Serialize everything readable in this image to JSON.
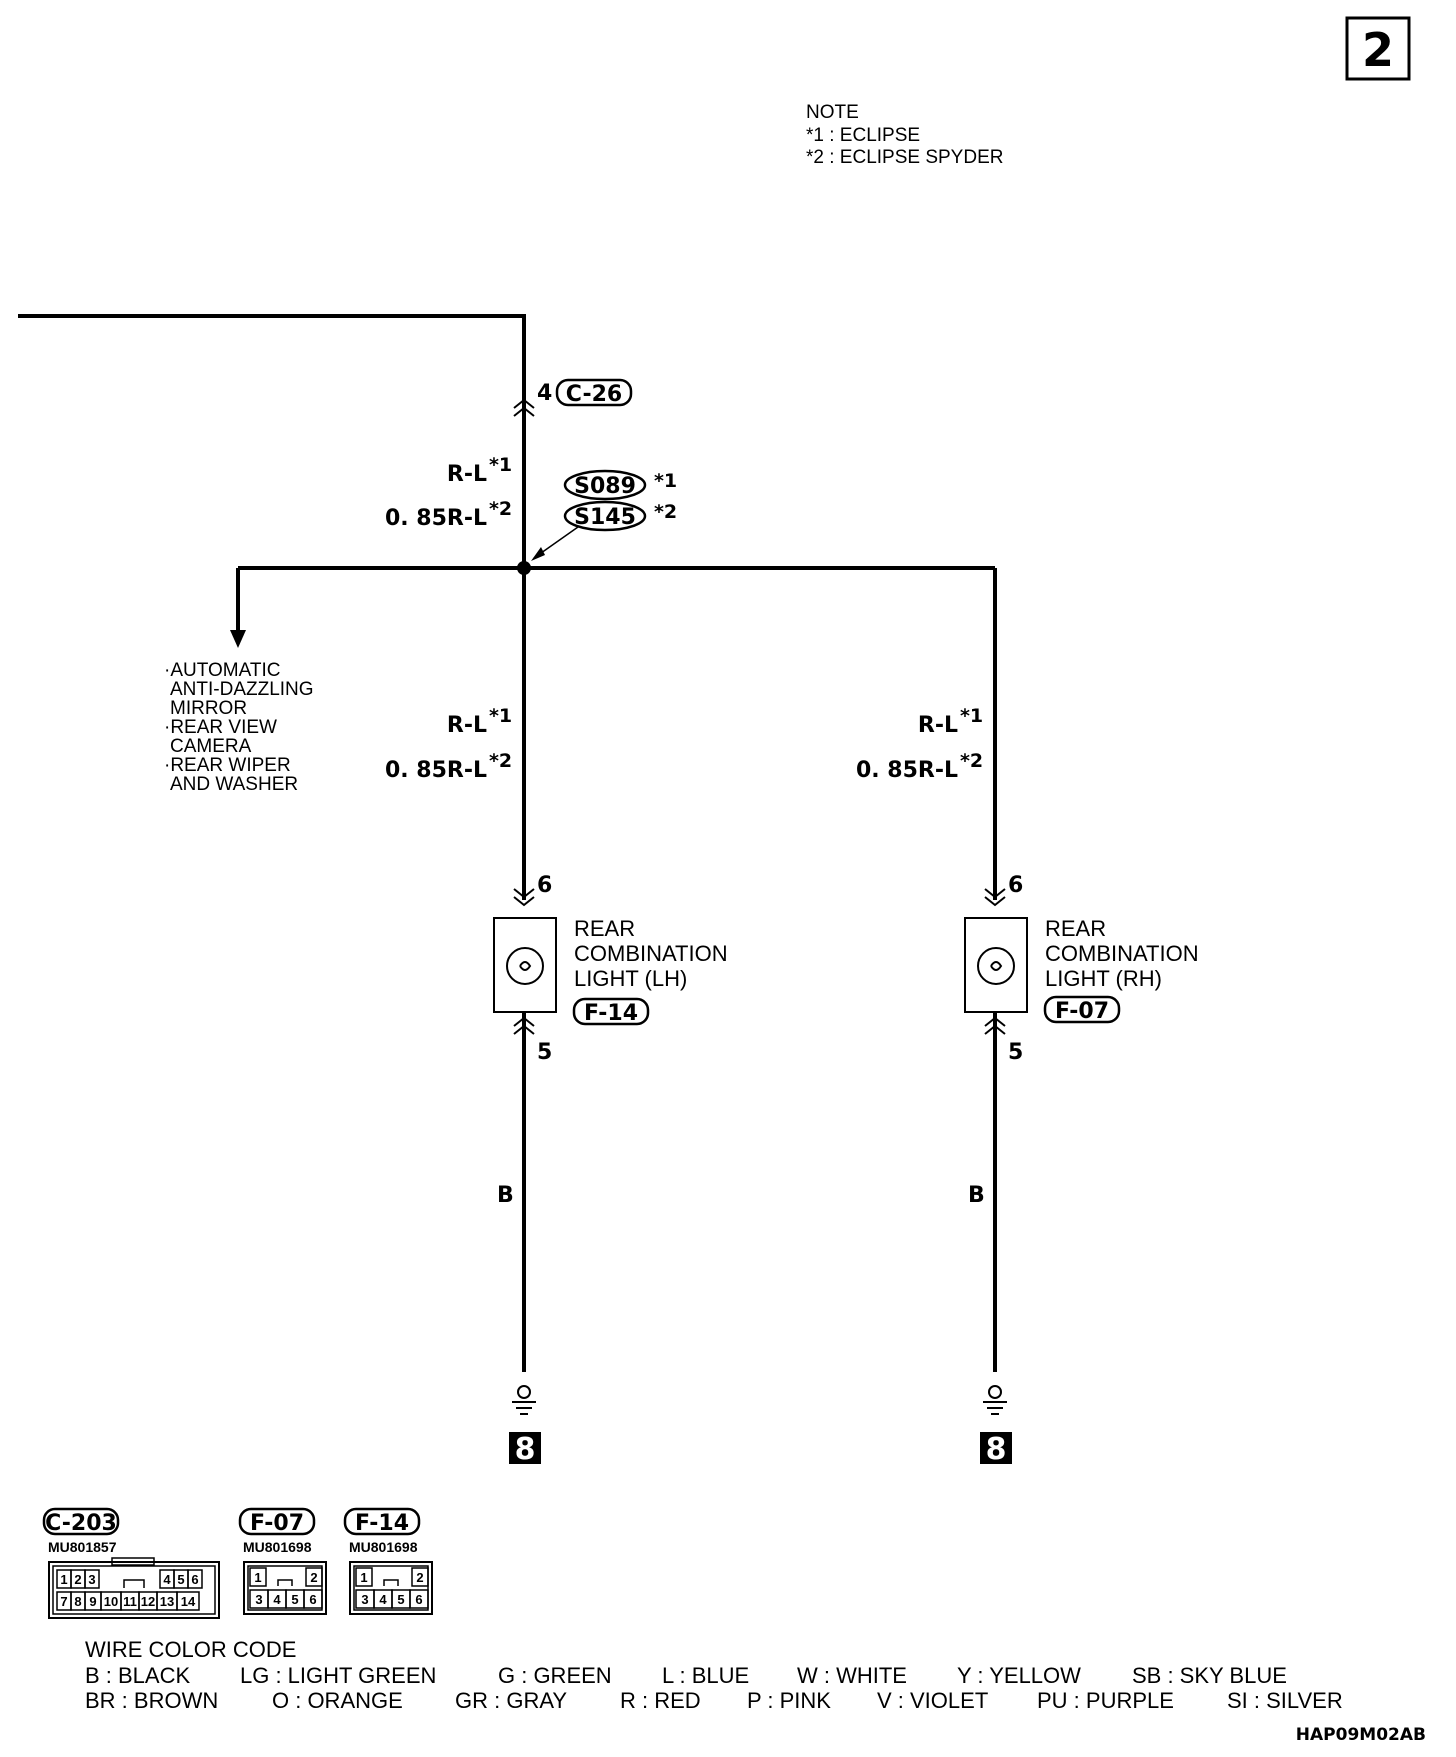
{
  "page_number": "2",
  "note": {
    "title": "NOTE",
    "items": [
      "*1 : ECLIPSE",
      "*2 : ECLIPSE SPYDER"
    ]
  },
  "top_connector": {
    "pin": "4",
    "id": "C-26"
  },
  "splice": {
    "ids": [
      "S089",
      "S145"
    ],
    "marks": [
      "*1",
      "*2"
    ]
  },
  "wire_upper": {
    "spec1": "R-L",
    "mark1": "*1",
    "spec2": "0. 85R-L",
    "mark2": "*2"
  },
  "branch_destinations": [
    "·AUTOMATIC",
    "ANTI-DAZZLING",
    "MIRROR",
    "·REAR VIEW",
    "CAMERA",
    "·REAR WIPER",
    "AND WASHER"
  ],
  "lh": {
    "wire": {
      "spec1": "R-L",
      "mark1": "*1",
      "spec2": "0. 85R-L",
      "mark2": "*2"
    },
    "pin_top": "6",
    "pin_bottom": "5",
    "name_lines": [
      "REAR",
      "COMBINATION",
      "LIGHT (LH)"
    ],
    "connector": "F-14",
    "ground_wire": "B",
    "ground_number": "8"
  },
  "rh": {
    "wire": {
      "spec1": "R-L",
      "mark1": "*1",
      "spec2": "0. 85R-L",
      "mark2": "*2"
    },
    "pin_top": "6",
    "pin_bottom": "5",
    "name_lines": [
      "REAR",
      "COMBINATION",
      "LIGHT (RH)"
    ],
    "connector": "F-07",
    "ground_wire": "B",
    "ground_number": "8"
  },
  "connector_diagrams": [
    {
      "id": "C-203",
      "part": "MU801857",
      "top_pins": [
        "1",
        "2",
        "3",
        "4",
        "5",
        "6"
      ],
      "bottom_pins": [
        "7",
        "8",
        "9",
        "10",
        "11",
        "12",
        "13",
        "14"
      ]
    },
    {
      "id": "F-07",
      "part": "MU801698",
      "top_pins": [
        "1",
        "2"
      ],
      "bottom_pins": [
        "3",
        "4",
        "5",
        "6"
      ]
    },
    {
      "id": "F-14",
      "part": "MU801698",
      "top_pins": [
        "1",
        "2"
      ],
      "bottom_pins": [
        "3",
        "4",
        "5",
        "6"
      ]
    }
  ],
  "wire_color_code": {
    "title": "WIRE COLOR CODE",
    "row1": [
      "B : BLACK",
      "LG : LIGHT GREEN",
      "G : GREEN",
      "L : BLUE",
      "W : WHITE",
      "Y : YELLOW",
      "SB : SKY BLUE"
    ],
    "row2": [
      "BR : BROWN",
      "O : ORANGE",
      "GR : GRAY",
      "R : RED",
      "P : PINK",
      "V : VIOLET",
      "PU : PURPLE",
      "SI : SILVER"
    ]
  },
  "drawing_code": "HAP09M02AB"
}
